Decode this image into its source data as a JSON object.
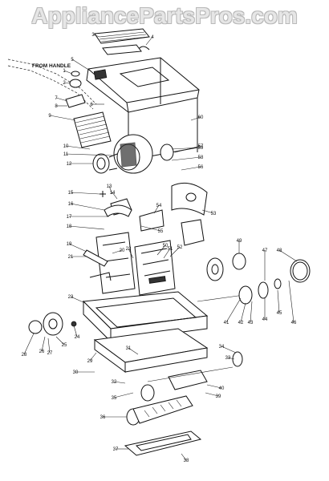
{
  "watermark": "AppliancePartsPros.com",
  "handle_label": "FROM HANDLE",
  "callouts": [
    "1",
    "2",
    "3",
    "4",
    "5",
    "6",
    "7",
    "8",
    "9",
    "10",
    "11",
    "12",
    "13",
    "14",
    "15",
    "16",
    "17",
    "18",
    "19",
    "20",
    "21",
    "22",
    "23",
    "24",
    "25",
    "26",
    "27",
    "28",
    "29",
    "30",
    "31",
    "32",
    "33",
    "34",
    "35",
    "36",
    "37",
    "38",
    "39",
    "40",
    "41",
    "42",
    "43",
    "44",
    "45",
    "46",
    "47",
    "48",
    "49",
    "50",
    "51",
    "52",
    "53",
    "54",
    "55",
    "56",
    "57",
    "58",
    "59",
    "60"
  ]
}
